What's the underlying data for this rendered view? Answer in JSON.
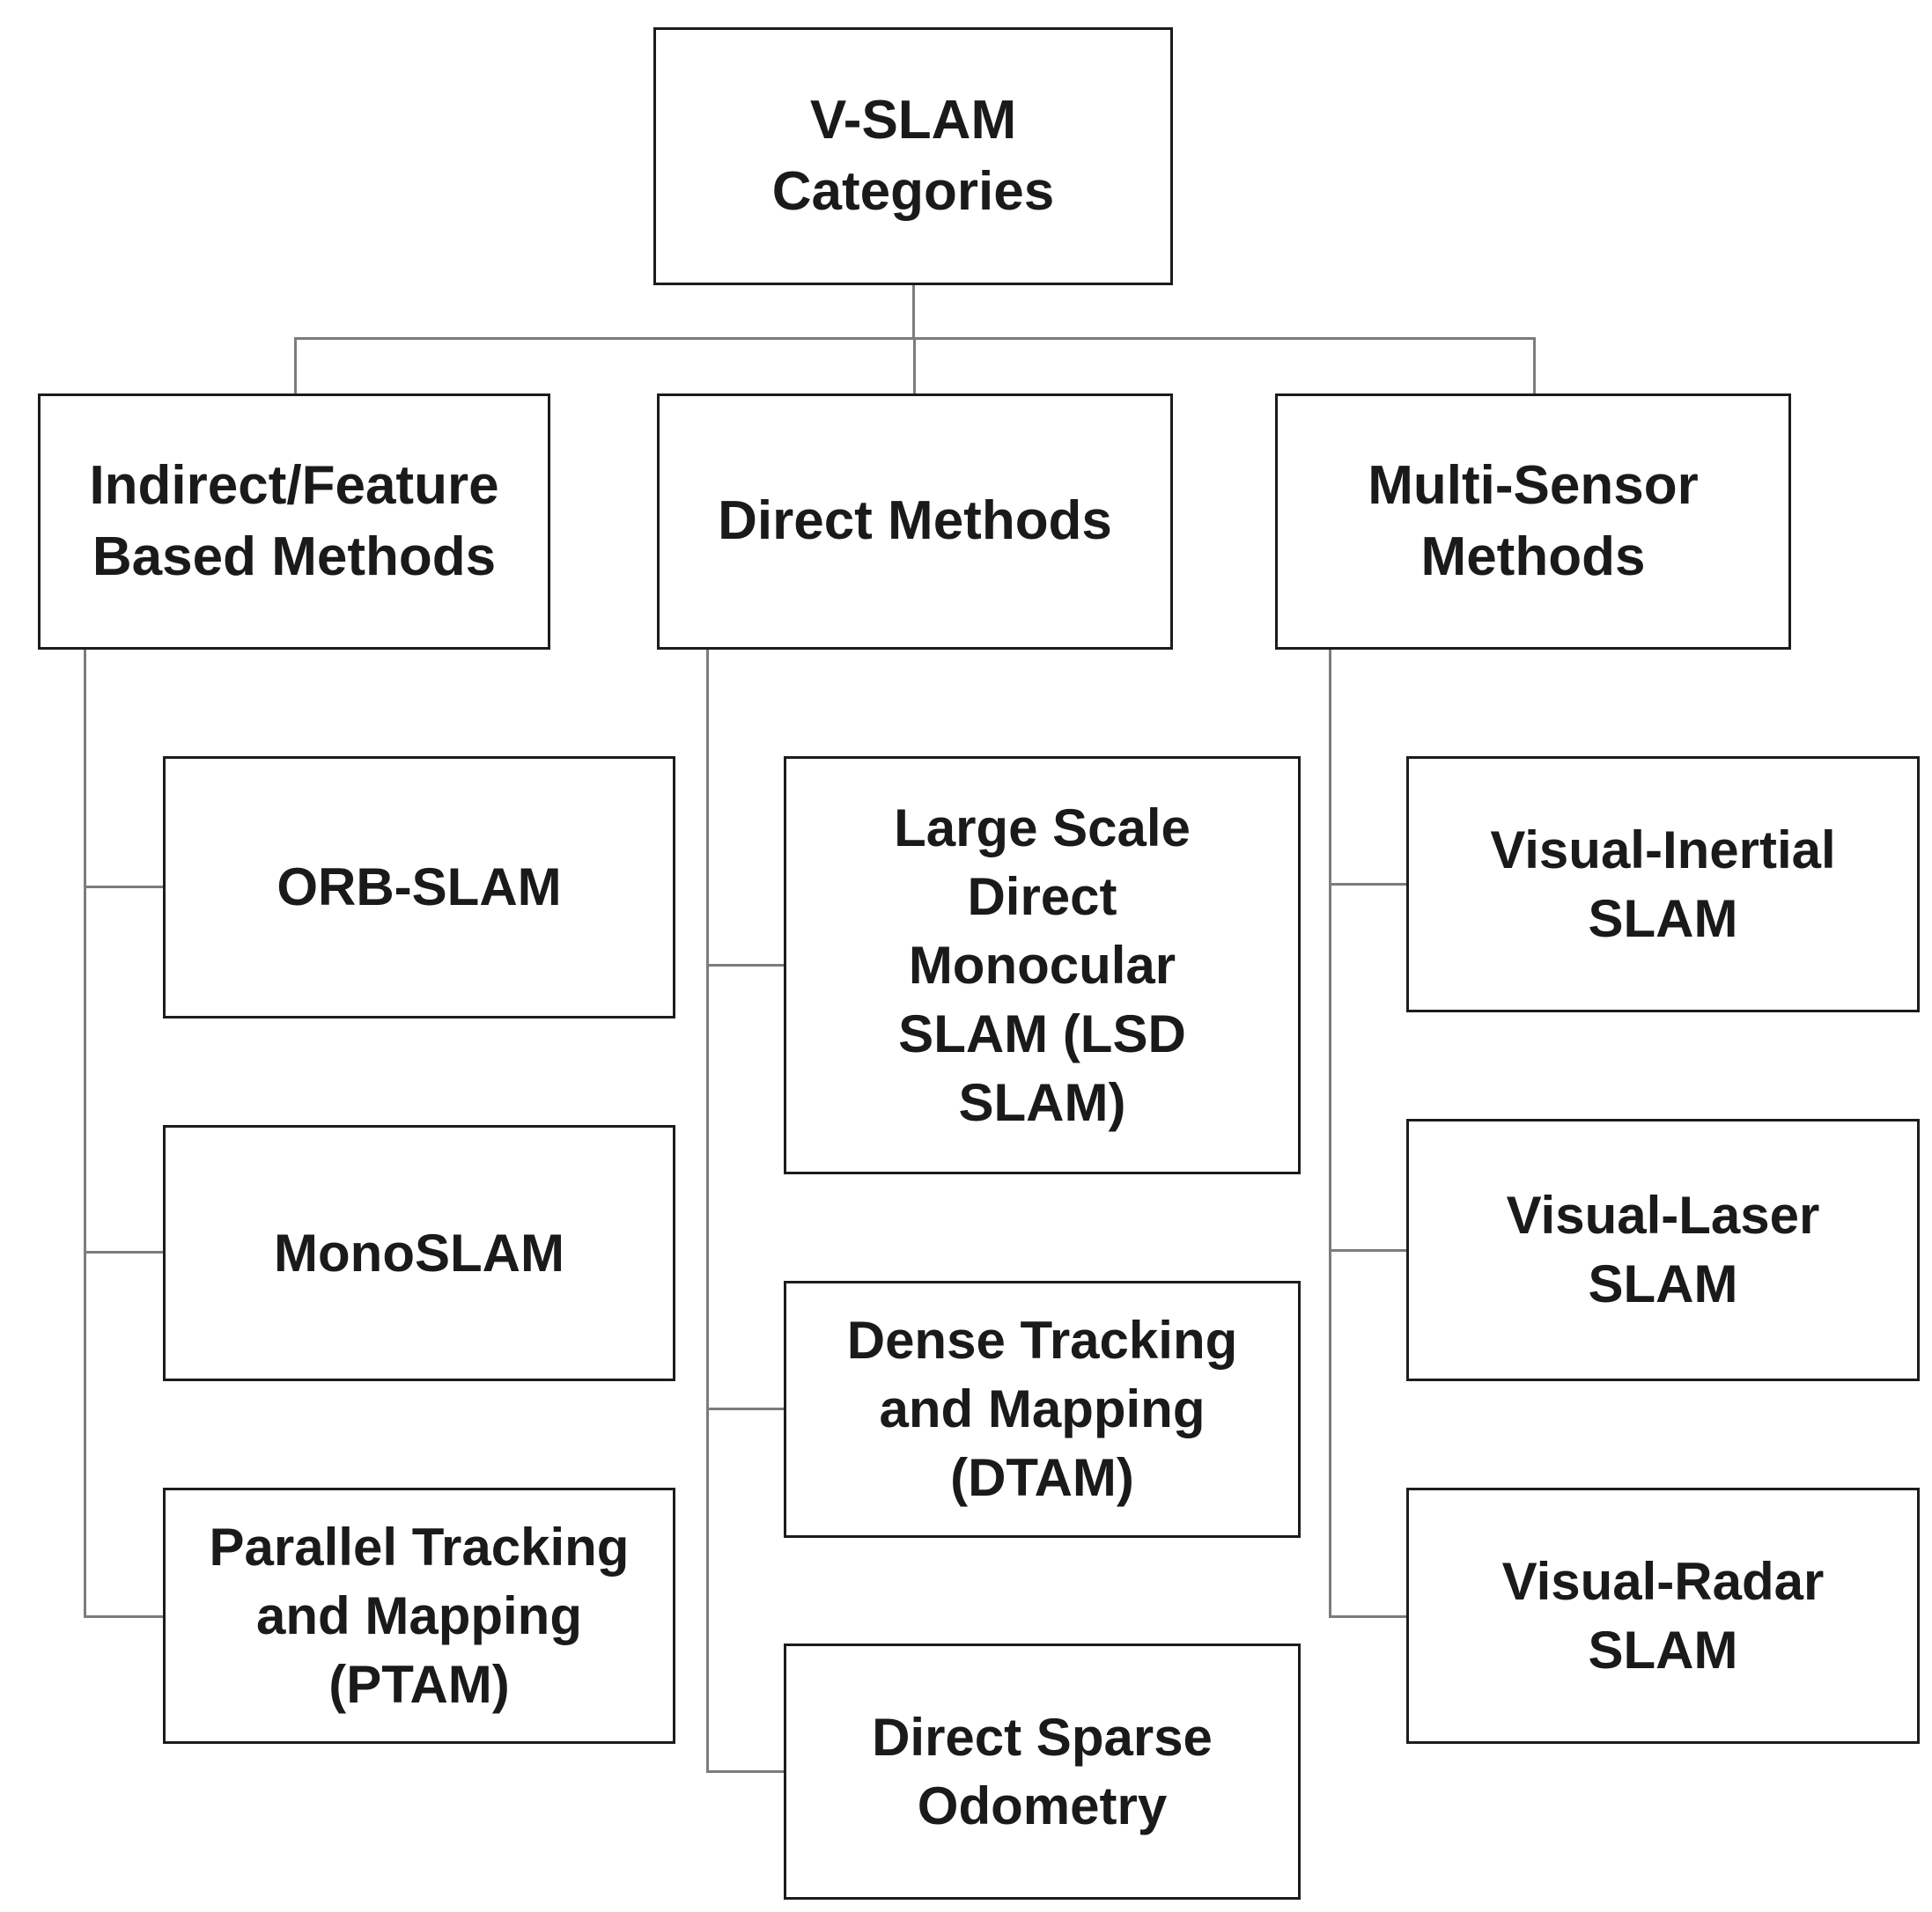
{
  "diagram": {
    "type": "tree",
    "root": {
      "label": "V-SLAM\nCategories"
    },
    "categories": [
      {
        "label": "Indirect/Feature\nBased Methods",
        "children": [
          "ORB-SLAM",
          "MonoSLAM",
          "Parallel Tracking\nand Mapping\n(PTAM)"
        ]
      },
      {
        "label": "Direct Methods",
        "children": [
          "Large Scale\nDirect\nMonocular\nSLAM (LSD\nSLAM)",
          "Dense Tracking\nand Mapping\n(DTAM)",
          "Direct Sparse\nOdometry"
        ]
      },
      {
        "label": "Multi-Sensor\nMethods",
        "children": [
          "Visual-Inertial\nSLAM",
          "Visual-Laser\nSLAM",
          "Visual-Radar\nSLAM"
        ]
      }
    ],
    "colors": {
      "box_border": "#1c1c1c",
      "connector": "#7c7c7c",
      "background": "#ffffff",
      "text": "#1a1a1a"
    }
  }
}
